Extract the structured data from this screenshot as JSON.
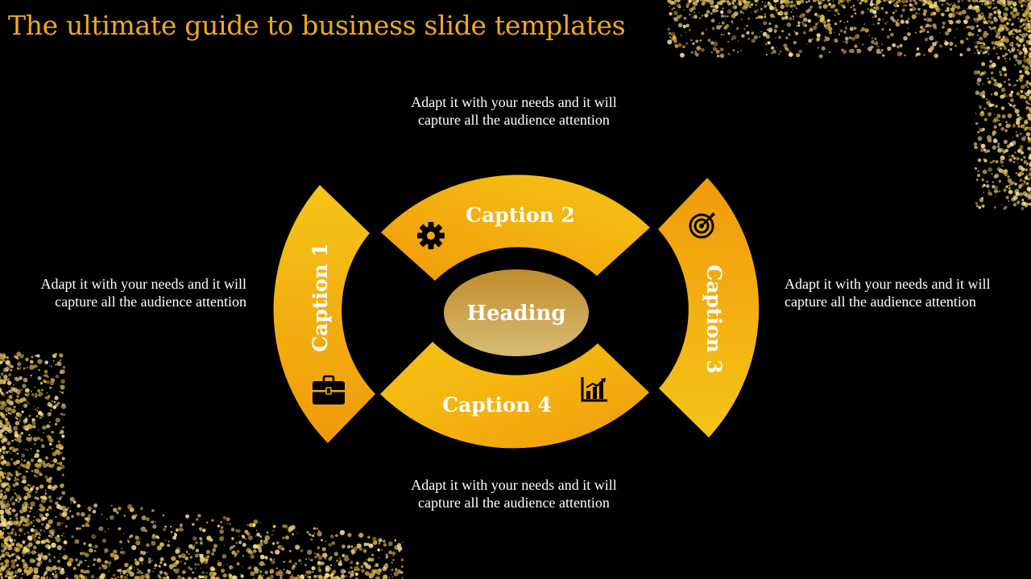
{
  "slide": {
    "title": "The ultimate guide to business slide templates",
    "heading": "Heading",
    "captions": {
      "c1": "Caption 1",
      "c2": "Caption 2",
      "c3": "Caption 3",
      "c4": "Caption 4"
    },
    "descriptions": {
      "top": "Adapt it with your needs and it will capture all the audience attention",
      "left": "Adapt it with your needs and it will capture all the audience attention",
      "right": "Adapt it with your needs and it will capture all the audience attention",
      "bottom": "Adapt it with your needs and it will capture all the audience attention"
    },
    "icons": {
      "c1": "briefcase-icon",
      "c2": "gear-icon",
      "c3": "target-icon",
      "c4": "bar-chart-icon"
    }
  },
  "colors": {
    "title": "#f0a81c",
    "segment_light": "#f5c518",
    "segment_dark": "#f09a0a",
    "heading_top": "#c08c2a",
    "heading_bottom": "#d8bc76",
    "glitter": "#d9b84a"
  }
}
